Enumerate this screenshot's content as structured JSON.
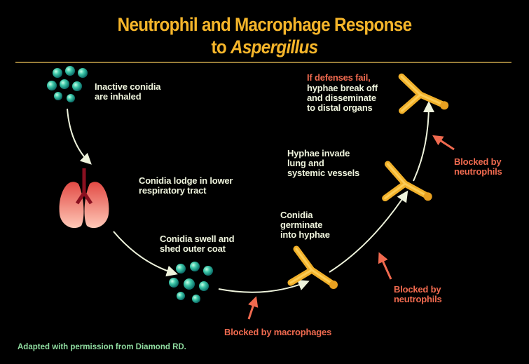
{
  "title": {
    "line1": "Neutrophil and Macrophage Response",
    "line2_prefix": "to ",
    "line2_italic": "Aspergillus"
  },
  "steps": {
    "inhaled": "Inactive conidia\nare inhaled",
    "lodge": "Conidia lodge in lower\nrespiratory tract",
    "swell": "Conidia swell and\nshed outer coat",
    "germinate": "Conidia\ngerminate\ninto hyphae",
    "invade": "Hyphae invade\nlung and\nsystemic vessels",
    "fail_red": "If defenses fail,",
    "fail_white": "hyphae break off\nand disseminate\nto distal organs"
  },
  "blocks": {
    "macrophages": "Blocked by macrophages",
    "neutrophils_1": "Blocked by\nneutrophils",
    "neutrophils_2": "Blocked by\nneutrophils"
  },
  "footer": "Adapted with permission from Diamond RD.",
  "colors": {
    "title": "#f5b52a",
    "text": "#eef3dc",
    "blocked": "#f06a4f",
    "footer": "#8fdca0",
    "hyphae": "#f2b12a",
    "conidia": "#2fb8a0"
  }
}
